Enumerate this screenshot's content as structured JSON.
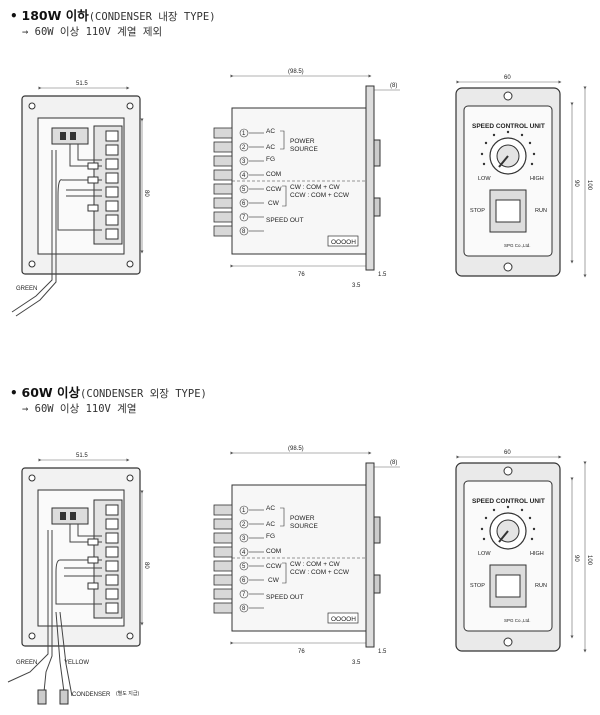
{
  "section1": {
    "bullet": "•",
    "title": "180W 이하",
    "title_note": "(CONDENSER 내장 TYPE)",
    "subline": "→ 60W 이상 110V 계열 제외"
  },
  "section2": {
    "bullet": "•",
    "title": "60W 이상",
    "title_note": "(CONDENSER 외장 TYPE)",
    "subline": "→ 60W 이상 110V 계열"
  },
  "wiring": {
    "width_dim": "51.5",
    "height_dim": "80",
    "green": "GREEN",
    "yellow": "YELLOW",
    "condenser": "CONDENSER",
    "condenser_note": "(별도 지급)"
  },
  "side": {
    "top_dim": "(98.5)",
    "right_dim": "(8)",
    "bottom_dim": "76",
    "dim_15": "1.5",
    "dim_35": "3.5",
    "terminals": [
      "1",
      "2",
      "3",
      "4",
      "5",
      "6",
      "7",
      "8"
    ],
    "ac1": "AC",
    "ac2": "AC",
    "power1": "POWER",
    "power2": "SOURCE",
    "fg": "FG",
    "com": "COM",
    "ccw1": "CCW",
    "cw": "CW",
    "cw_rule": "CW : COM + CW",
    "ccw_rule": "CCW : COM + CCW",
    "speed_out": "SPEED OUT",
    "label_box": "OOOOH"
  },
  "front": {
    "width_dim": "60",
    "h_outer": "100",
    "h_inner": "90",
    "title": "SPEED CONTROL UNIT",
    "low": "LOW",
    "high": "HIGH",
    "stop": "STOP",
    "run": "RUN",
    "brand": "SPG Co.,Ltd."
  }
}
